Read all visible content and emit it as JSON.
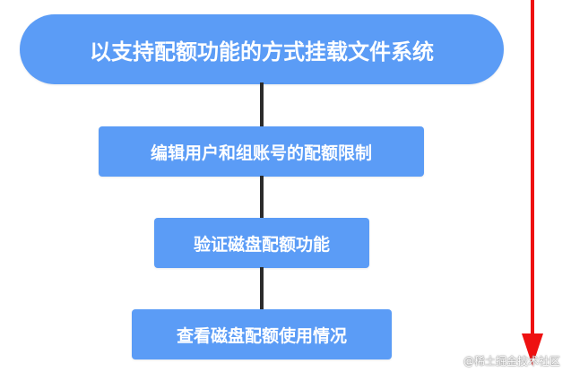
{
  "diagram": {
    "title": "以支持配额功能的方式挂载文件系统",
    "steps": [
      "编辑用户和组账号的配额限制",
      "验证磁盘配额功能",
      "查看磁盘配额使用情况"
    ]
  },
  "watermark": "@稀土掘金技术社区",
  "colors": {
    "box_fill": "#5b9cf6",
    "box_text": "#ffffff",
    "connector": "#2b2b2b",
    "arrow": "#ee1111"
  }
}
